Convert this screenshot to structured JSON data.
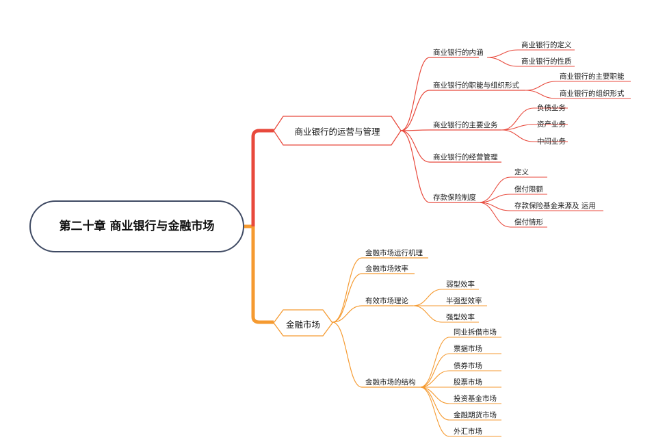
{
  "root": {
    "title": "第二十章 商业银行与金融市场"
  },
  "colors": {
    "branch1": "#e8493c",
    "branch2": "#f59a30",
    "root_border": "#3f4a63"
  },
  "branch1": {
    "title": "商业银行的运营与管理",
    "children": [
      {
        "label": "商业银行的内涵",
        "children": [
          "商业银行的定义",
          "商业银行的性质"
        ]
      },
      {
        "label": "商业银行的职能与组织形式",
        "children": [
          "商业银行的主要职能",
          "商业银行的组织形式"
        ]
      },
      {
        "label": "商业银行的主要业务",
        "children": [
          "负债业务",
          "资产业务",
          "中间业务"
        ]
      },
      {
        "label": "商业银行的经营管理",
        "children": []
      },
      {
        "label": "存款保险制度",
        "children": [
          "定义",
          "偿付限额",
          "存款保险基金来源及 运用",
          "偿付情形"
        ]
      }
    ]
  },
  "branch2": {
    "title": "金融市场",
    "children": [
      {
        "label": "金融市场运行机理",
        "children": []
      },
      {
        "label": "金融市场效率",
        "children": []
      },
      {
        "label": "有效市场理论",
        "children": [
          "弱型效率",
          "半强型效率",
          "强型效率"
        ]
      },
      {
        "label": "金融市场的结构",
        "children": [
          "同业拆借市场",
          "票据市场",
          "债券市场",
          "股票市场",
          "投资基金市场",
          "金融期货市场",
          "外汇市场"
        ]
      }
    ]
  }
}
